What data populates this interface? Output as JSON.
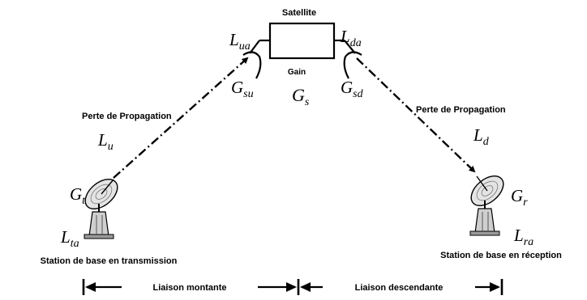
{
  "satellite": {
    "label": "Satellite",
    "gain_label": "Gain",
    "gain_symbol_main": "G",
    "gain_symbol_sub": "s"
  },
  "uplink_antenna": {
    "loss_main": "L",
    "loss_sub": "ua",
    "gain_main": "G",
    "gain_sub": "su"
  },
  "downlink_antenna": {
    "loss_main": "L",
    "loss_sub": "da",
    "gain_main": "G",
    "gain_sub": "sd"
  },
  "uplink_path": {
    "label": "Perte de Propagation",
    "symbol_main": "L",
    "symbol_sub": "u"
  },
  "downlink_path": {
    "label": "Perte de Propagation",
    "symbol_main": "L",
    "symbol_sub": "d"
  },
  "tx_station": {
    "gain_main": "G",
    "gain_sub": "t",
    "loss_main": "L",
    "loss_sub": "ta",
    "caption": "Station de base en transmission"
  },
  "rx_station": {
    "gain_main": "G",
    "gain_sub": "r",
    "loss_main": "L",
    "loss_sub": "ra",
    "caption": "Station de base en réception"
  },
  "links": {
    "uplink": "Liaison montante",
    "downlink": "Liaison descendante"
  },
  "colors": {
    "ink": "#000000",
    "background": "#ffffff"
  }
}
